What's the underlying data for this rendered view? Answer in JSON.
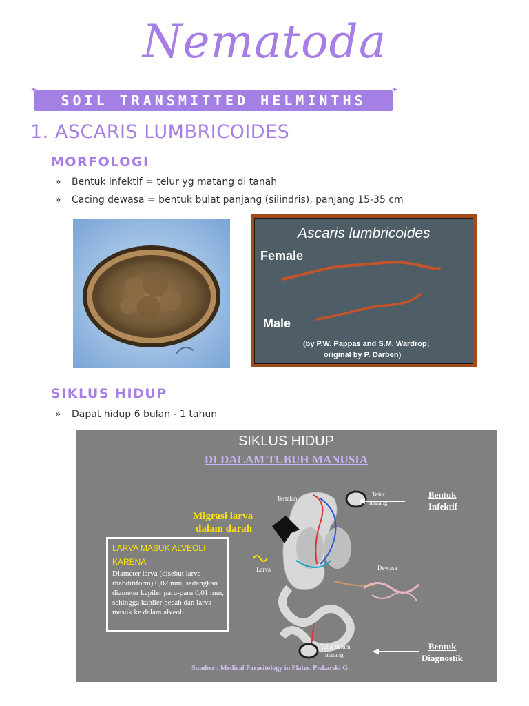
{
  "title": "Nematoda",
  "banner": "SOIL TRANSMITTED HELMINTHS",
  "section": "1. ASCARIS LUMBRICOIDES",
  "morfologi": {
    "heading": "MORFOLOGI",
    "bullets": [
      "Bentuk infektif = telur yg matang di tanah",
      "Cacing dewasa = bentuk bulat panjang (silindris), panjang 15-35 cm"
    ]
  },
  "worm_photo": {
    "title": "Ascaris lumbricoides",
    "female": "Female",
    "male": "Male",
    "credit_1": "(by P.W. Pappas and S.M. Wardrop;",
    "credit_2": "original by P. Darben)"
  },
  "siklus": {
    "heading": "SIKLUS HIDUP",
    "bullets": [
      "Dapat hidup 6 bulan - 1 tahun"
    ]
  },
  "cycle_figure": {
    "title": "SIKLUS HIDUP",
    "subtitle": "DI DALAM TUBUH MANUSIA",
    "migrasi_1": "Migrasi larva",
    "migrasi_2": "dalam darah",
    "tertelan": "Tertelan",
    "telur_matang_1": "Telur",
    "telur_matang_2": "matang",
    "bentuk_infektif_1": "Bentuk",
    "bentuk_infektif_2": "Infektif",
    "larva": "Larva",
    "dewasa": "Dewasa",
    "telur_belum_1": "Telur belum",
    "telur_belum_2": "matang",
    "bentuk_diagnostik_1": "Bentuk",
    "bentuk_diagnostik_2": "Diagnostik",
    "box_line1": "LARVA MASUK ALVEOLI",
    "box_line2": "KARENA :",
    "box_body": "Diameter larva (disebut larva rhabditiform) 0,02 mm, sedangkan diameter kapiler paru-paru 0,01 mm, sehingga kapiler pecah dan larva masuk ke dalam alveoli",
    "source": "Sumber : Medical Parasitology in Plates. Piekarski G."
  },
  "colors": {
    "accent": "#a77ee6",
    "banner": "#a47fe4",
    "panel": "#808080",
    "yellow": "#ffe500"
  }
}
